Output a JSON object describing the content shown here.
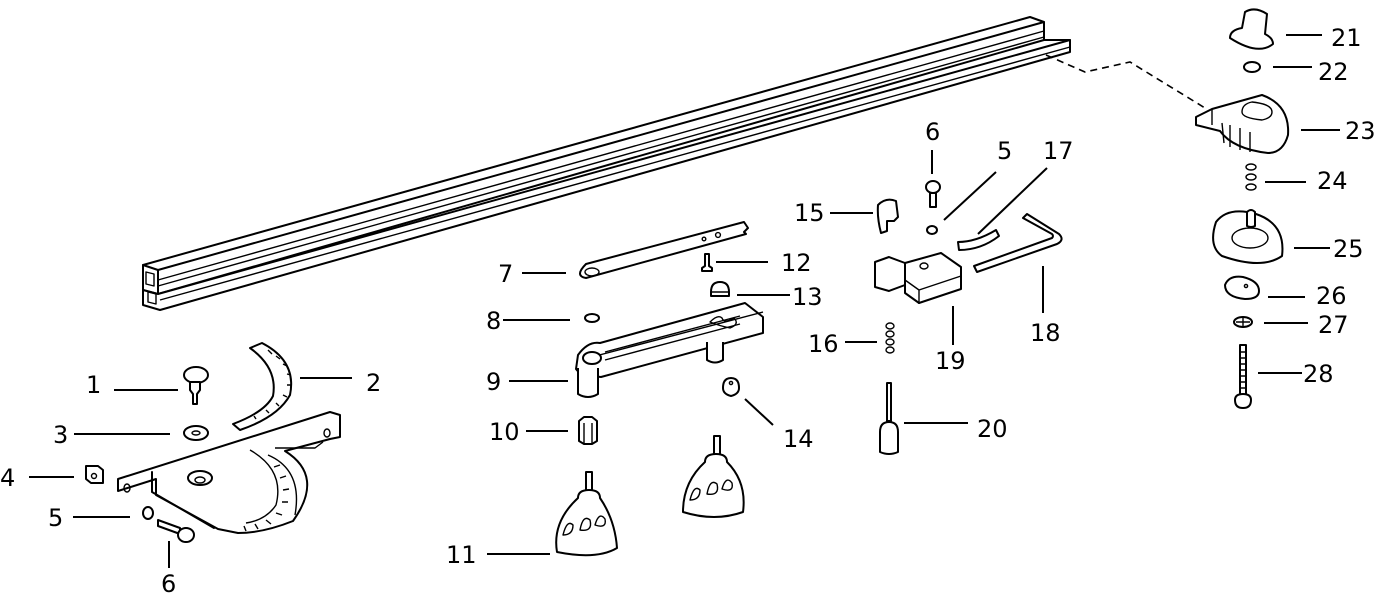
{
  "diagram": {
    "type": "exploded parts diagram",
    "subject": "rip fence / miter gauge assembly",
    "callouts": [
      {
        "id": "c1",
        "text": "1"
      },
      {
        "id": "c2",
        "text": "2"
      },
      {
        "id": "c3",
        "text": "3"
      },
      {
        "id": "c4",
        "text": "4"
      },
      {
        "id": "c5a",
        "text": "5"
      },
      {
        "id": "c6a",
        "text": "6"
      },
      {
        "id": "c7",
        "text": "7"
      },
      {
        "id": "c8",
        "text": "8"
      },
      {
        "id": "c9",
        "text": "9"
      },
      {
        "id": "c10",
        "text": "10"
      },
      {
        "id": "c11",
        "text": "11"
      },
      {
        "id": "c12",
        "text": "12"
      },
      {
        "id": "c13",
        "text": "13"
      },
      {
        "id": "c14",
        "text": "14"
      },
      {
        "id": "c15",
        "text": "15"
      },
      {
        "id": "c6b",
        "text": "6"
      },
      {
        "id": "c5b",
        "text": "5"
      },
      {
        "id": "c17",
        "text": "17"
      },
      {
        "id": "c16",
        "text": "16"
      },
      {
        "id": "c19",
        "text": "19"
      },
      {
        "id": "c18",
        "text": "18"
      },
      {
        "id": "c20",
        "text": "20"
      },
      {
        "id": "c21",
        "text": "21"
      },
      {
        "id": "c22",
        "text": "22"
      },
      {
        "id": "c23",
        "text": "23"
      },
      {
        "id": "c24",
        "text": "24"
      },
      {
        "id": "c25",
        "text": "25"
      },
      {
        "id": "c26",
        "text": "26"
      },
      {
        "id": "c27",
        "text": "27"
      },
      {
        "id": "c28",
        "text": "28"
      }
    ]
  }
}
